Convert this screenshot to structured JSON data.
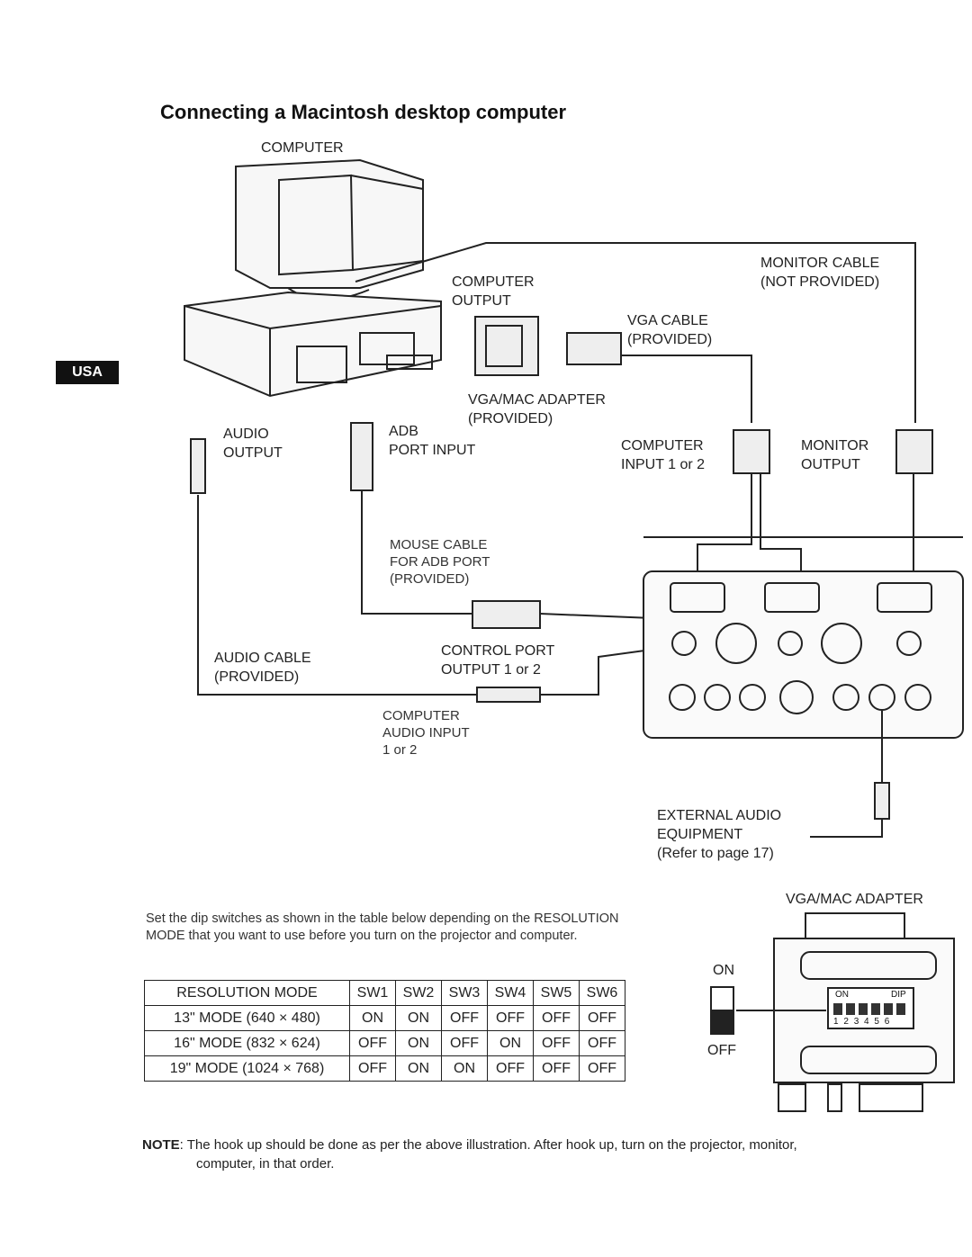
{
  "title": "Connecting a Macintosh desktop computer",
  "region_badge": "USA",
  "labels": {
    "computer": "COMPUTER",
    "monitor_cable": [
      "MONITOR CABLE",
      "(NOT PROVIDED)"
    ],
    "computer_output": [
      "COMPUTER",
      "OUTPUT"
    ],
    "vga_cable": [
      "VGA CABLE",
      "(PROVIDED)"
    ],
    "vga_mac_adapter": [
      "VGA/MAC ADAPTER",
      "(PROVIDED)"
    ],
    "audio_output": [
      "AUDIO",
      "OUTPUT"
    ],
    "adb_port_input": [
      "ADB",
      "PORT INPUT"
    ],
    "computer_input": [
      "COMPUTER",
      "INPUT 1 or 2"
    ],
    "monitor_output": [
      "MONITOR",
      "OUTPUT"
    ],
    "mouse_cable": [
      "MOUSE CABLE",
      "FOR ADB PORT",
      "(PROVIDED)"
    ],
    "audio_cable": [
      "AUDIO CABLE",
      "(PROVIDED)"
    ],
    "control_port": [
      "CONTROL PORT",
      "OUTPUT 1 or 2"
    ],
    "computer_audio_input": [
      "COMPUTER",
      "AUDIO INPUT",
      "1 or 2"
    ],
    "external_audio": [
      "EXTERNAL AUDIO",
      "EQUIPMENT",
      "(Refer to page 17)"
    ],
    "adapter_title": "VGA/MAC ADAPTER",
    "switch_on": "ON",
    "switch_off": "OFF",
    "dip_on": "ON",
    "dip_label": "DIP",
    "dip_numbers": [
      "1",
      "2",
      "3",
      "4",
      "5",
      "6"
    ]
  },
  "description": "Set the dip switches as shown in the table below depending on the RESOLUTION MODE that you want to use before you turn on the projector and computer.",
  "table": {
    "headers": [
      "RESOLUTION MODE",
      "SW1",
      "SW2",
      "SW3",
      "SW4",
      "SW5",
      "SW6"
    ],
    "rows": [
      [
        "13\" MODE (640 × 480)",
        "ON",
        "ON",
        "OFF",
        "OFF",
        "OFF",
        "OFF"
      ],
      [
        "16\" MODE (832 × 624)",
        "OFF",
        "ON",
        "OFF",
        "ON",
        "OFF",
        "OFF"
      ],
      [
        "19\" MODE (1024 × 768)",
        "OFF",
        "ON",
        "ON",
        "OFF",
        "OFF",
        "OFF"
      ]
    ]
  },
  "note": {
    "prefix": "NOTE",
    "line1": ": The hook up should be done as per the above illustration. After hook up, turn on the projector, monitor,",
    "line2": "computer, in that order."
  }
}
